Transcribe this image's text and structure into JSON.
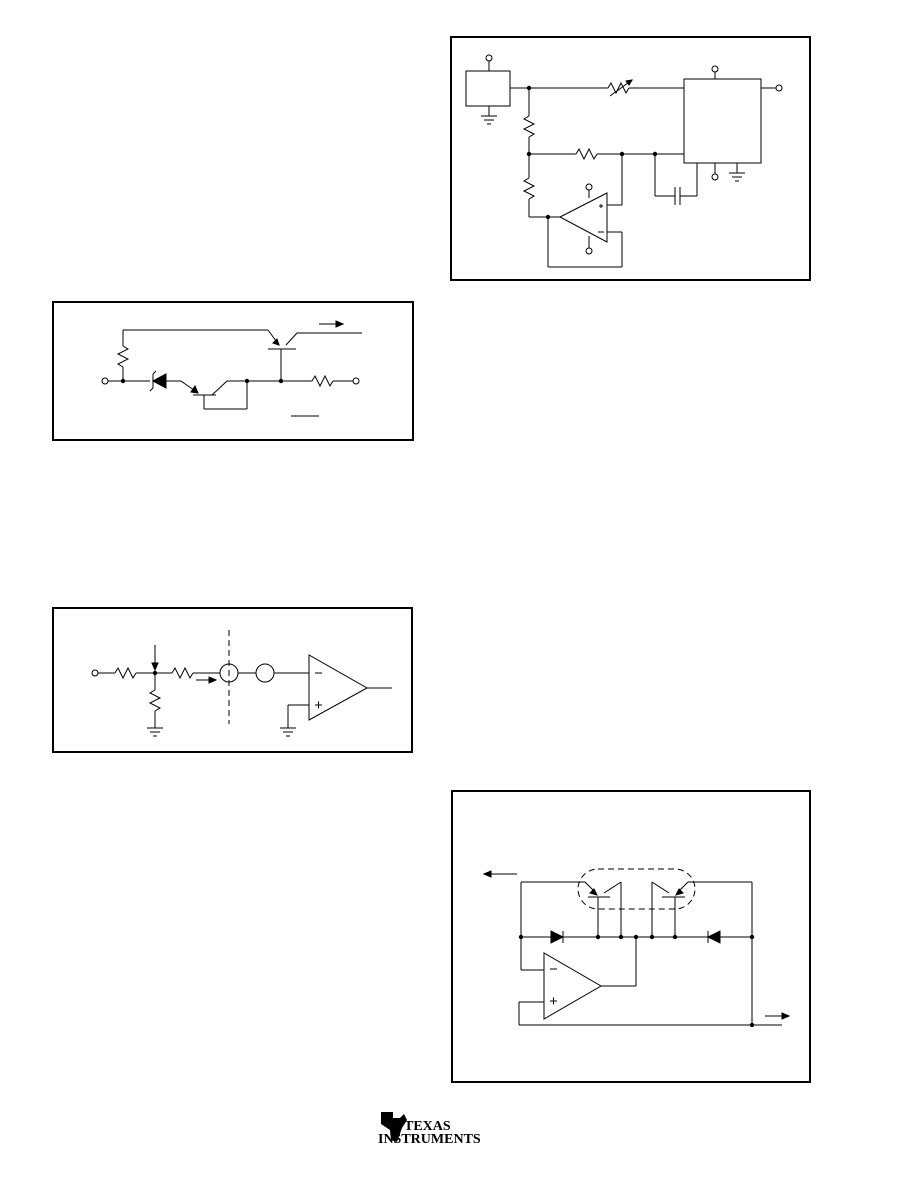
{
  "diagrams": [
    {
      "id": "fig-a"
    },
    {
      "id": "fig-b"
    },
    {
      "id": "fig-c"
    },
    {
      "id": "fig-d"
    }
  ],
  "footer": {
    "logo_line1": "TEXAS",
    "logo_line2": "INSTRUMENTS"
  }
}
